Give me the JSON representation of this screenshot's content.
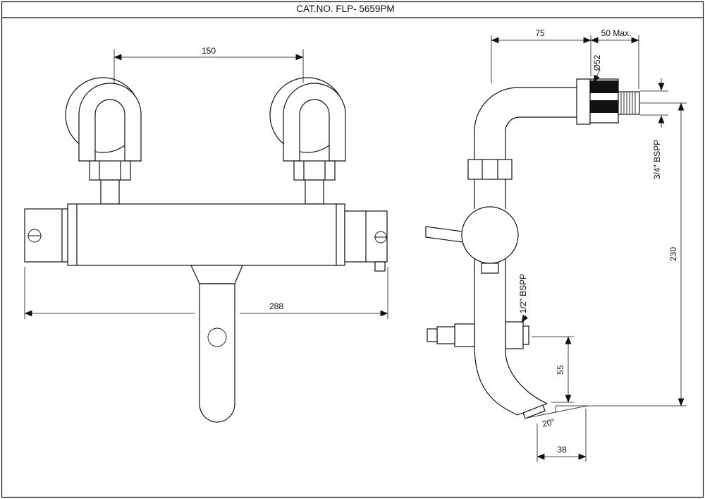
{
  "title": "CAT.NO. FLP- 5659PM",
  "front_view": {
    "dim_union_spacing": "150",
    "dim_overall_width": "288"
  },
  "side_view": {
    "dim_wall_to_body": "75",
    "dim_wall_thickness_max": "50 Max.",
    "dim_flange_diameter": "Ø52",
    "dim_inlet_thread": "3/4\" BSPP",
    "dim_overall_height": "230",
    "dim_outlet_thread": "1/2\" BSPP",
    "dim_outlet_drop": "55",
    "dim_spout_angle": "20°",
    "dim_spout_reach": "38"
  }
}
